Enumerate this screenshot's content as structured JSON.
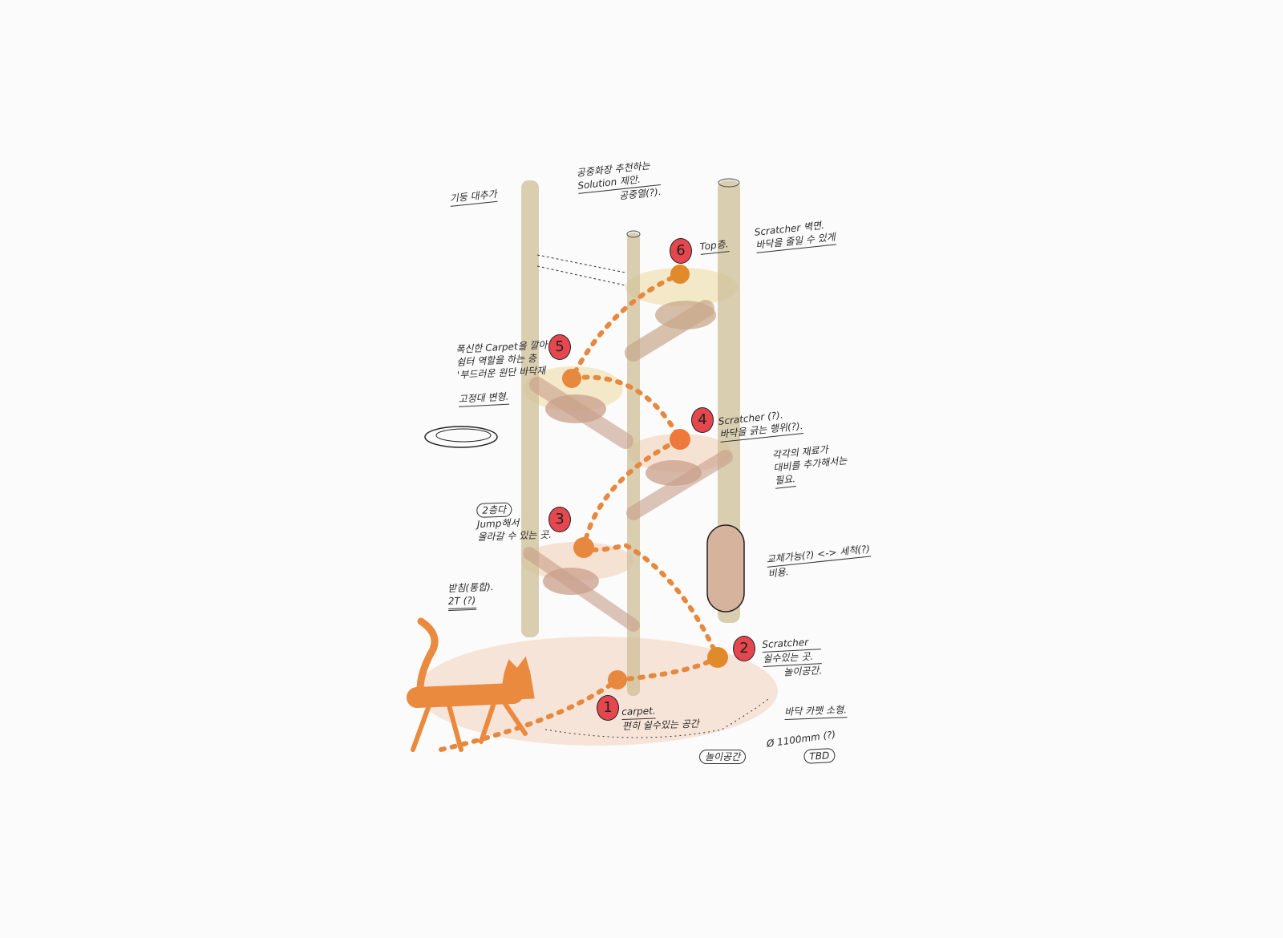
{
  "colors": {
    "post": "#cdbf97",
    "platform_upper": "#e9d9a8",
    "platform_lower": "#d3aa98",
    "path_dot": "#e7883f",
    "marker": "#e5474f",
    "cat": "#ea8a3e",
    "base": "#f6dccd"
  },
  "markers": [
    "1",
    "2",
    "3",
    "4",
    "5",
    "6"
  ],
  "annotations": {
    "top_left": "기둥 대추가",
    "top_center_line1": "공중화장 추천하는",
    "top_center_line2": "Solution 제안.",
    "top_center_line3": "공중열(?).",
    "marker6": "Top층.",
    "top_right_line1": "Scratcher 벽면.",
    "top_right_line2": "바닥을 줄일 수 있게",
    "marker5_line1": "폭신한 Carpet을 깔아",
    "marker5_line2": "쉼터 역할을 하는 층",
    "marker5_line3": "'부드러운 원단 바닥재",
    "marker5_line4": "고정대 변형.",
    "marker4_line1": "Scratcher (?).",
    "marker4_line2": "바닥을 긁는 행위(?).",
    "marker4_line3": "각각의 재료가",
    "marker4_line4": "대비를 추가해서는",
    "marker4_line5": "필요.",
    "marker3_tag": "2층다",
    "marker3_line1": "Jump해서",
    "marker3_line2": "올라갈 수 있는 곳.",
    "left_lower_line1": "받침(통합).",
    "left_lower_line2": "2T (?)",
    "scratcher_pad_line1": "교체가능(?) <-> 세척(?)",
    "scratcher_pad_line2": "비용.",
    "marker2_line1": "Scratcher",
    "marker2_line2": "쉴수있는 곳.",
    "marker2_line3": "놀이공간.",
    "base_note": "바닥 카펫 소형.",
    "marker1_line1": "carpet.",
    "marker1_line2": "편히 쉴수있는 공간",
    "base_tag": "놀이공간",
    "diameter": "Ø 1100mm (?)",
    "tbd": "TBD"
  }
}
